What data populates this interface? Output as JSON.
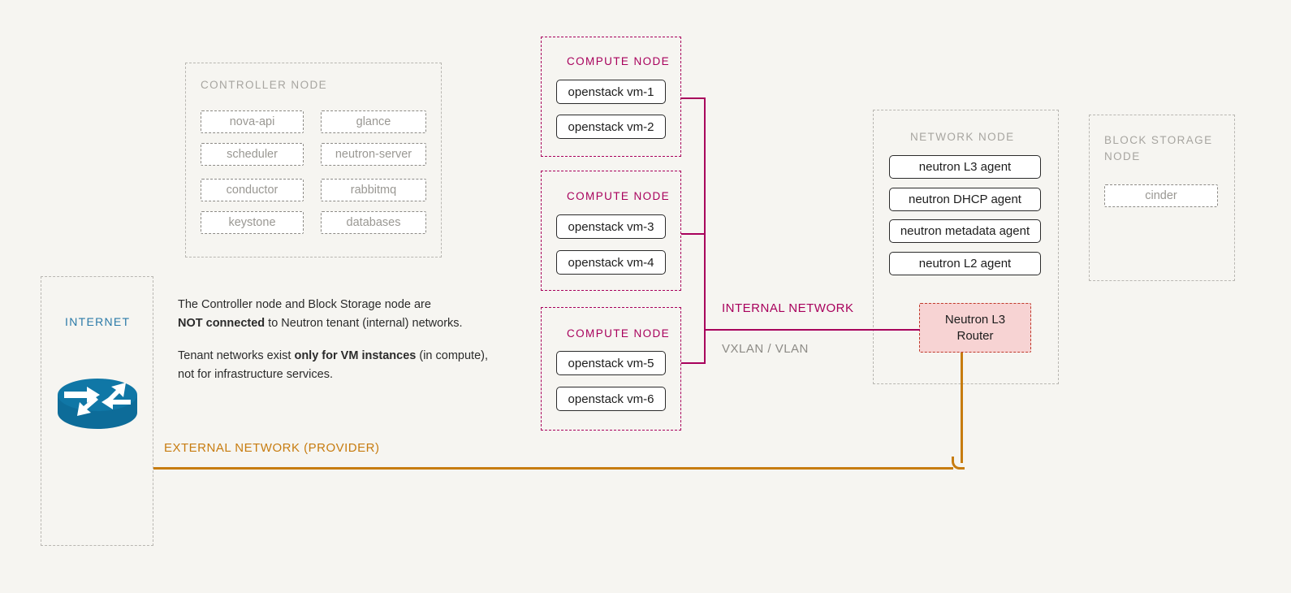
{
  "meta": {
    "background_color": "#f6f5f1",
    "accent_magenta": "#a8005c",
    "accent_orange": "#c77c10",
    "accent_blue": "#2b7aa8",
    "accent_gray": "#a7a5a0",
    "router_fill": "#f7d3d3",
    "router_border": "#c0392b"
  },
  "internet": {
    "label": "INTERNET",
    "icon": "router-cylinder-icon"
  },
  "controller_node": {
    "title": "CONTROLLER  NODE",
    "services": [
      "nova-api",
      "glance",
      "scheduler",
      "neutron-server",
      "conductor",
      "rabbitmq",
      "keystone",
      "databases"
    ]
  },
  "compute_nodes": [
    {
      "title": "COMPUTE  NODE",
      "vms": [
        "openstack vm-1",
        "openstack vm-2"
      ]
    },
    {
      "title": "COMPUTE  NODE",
      "vms": [
        "openstack vm-3",
        "openstack vm-4"
      ]
    },
    {
      "title": "COMPUTE  NODE",
      "vms": [
        "openstack vm-5",
        "openstack vm-6"
      ]
    }
  ],
  "network_node": {
    "title": "NETWORK  NODE",
    "agents": [
      "neutron L3 agent",
      "neutron DHCP agent",
      "neutron metadata agent",
      "neutron L2 agent"
    ],
    "router": "Neutron L3\nRouter"
  },
  "block_storage_node": {
    "title": "BLOCK  STORAGE\nNODE",
    "services": [
      "cinder"
    ]
  },
  "network_labels": {
    "internal": "INTERNAL NETWORK",
    "vxlan": "VXLAN / VLAN",
    "external": "EXTERNAL NETWORK (PROVIDER)"
  },
  "annotation": {
    "line1_a": "The Controller node and Block Storage node are\n",
    "line1_b": "NOT connected",
    "line1_c": " to Neutron tenant (internal) networks.",
    "line2_a": "Tenant networks exist ",
    "line2_b": "only for VM instances",
    "line2_c": " (in compute),\nnot for infrastructure services."
  }
}
